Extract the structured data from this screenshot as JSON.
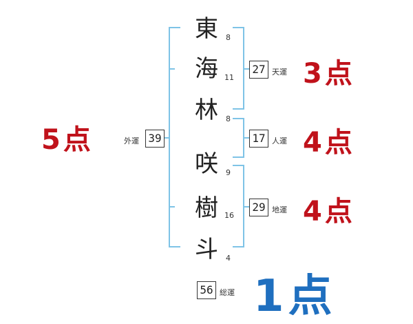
{
  "name_characters": [
    {
      "char": "東",
      "strokes": "8"
    },
    {
      "char": "海",
      "strokes": "11"
    },
    {
      "char": "林",
      "strokes": "8"
    },
    {
      "char": "咲",
      "strokes": "9"
    },
    {
      "char": "樹",
      "strokes": "16"
    },
    {
      "char": "斗",
      "strokes": "4"
    }
  ],
  "fortunes": {
    "gaiun": {
      "label": "外運",
      "value": "39",
      "score": "5点"
    },
    "tenun": {
      "label": "天運",
      "value": "27",
      "score": "3点"
    },
    "jinun": {
      "label": "人運",
      "value": "17",
      "score": "4点"
    },
    "chiun": {
      "label": "地運",
      "value": "29",
      "score": "4点"
    },
    "souun": {
      "label": "総運",
      "value": "56",
      "score": "1点"
    }
  },
  "colors": {
    "bracket": "#7ec3e6",
    "score_red": "#c0121b",
    "score_blue": "#1f6fbf"
  }
}
